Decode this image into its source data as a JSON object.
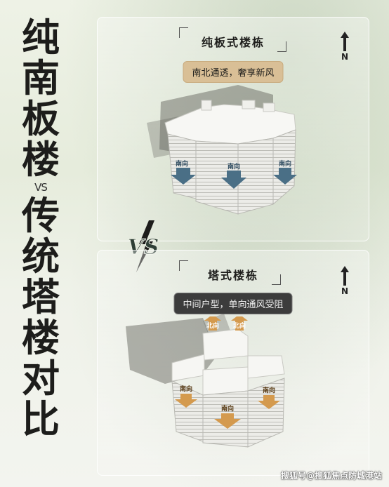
{
  "vertical_title": [
    "纯",
    "南",
    "板",
    "楼",
    "VS",
    "传",
    "统",
    "塔",
    "楼",
    "对",
    "比"
  ],
  "top_panel": {
    "title": "纯板式楼栋",
    "tag": "南北通透，奢享新风",
    "north_label": "N",
    "direction_labels": [
      "南向",
      "南向",
      "南向"
    ]
  },
  "vs_label": "VS",
  "bottom_panel": {
    "title": "塔式楼栋",
    "tag": "中间户型，单向通风受阻",
    "north_label": "N",
    "north_direction_labels": [
      "北向",
      "北向"
    ],
    "south_direction_labels": [
      "南向",
      "南向",
      "南向"
    ]
  },
  "watermark": "搜狐号@搜狐焦点防城港站",
  "colors": {
    "accent_tan": "#d9bf96",
    "dark_tag": "#3c3c3c",
    "blue_arrow": "#4a6f86",
    "orange_arrow": "#d49a4e"
  }
}
